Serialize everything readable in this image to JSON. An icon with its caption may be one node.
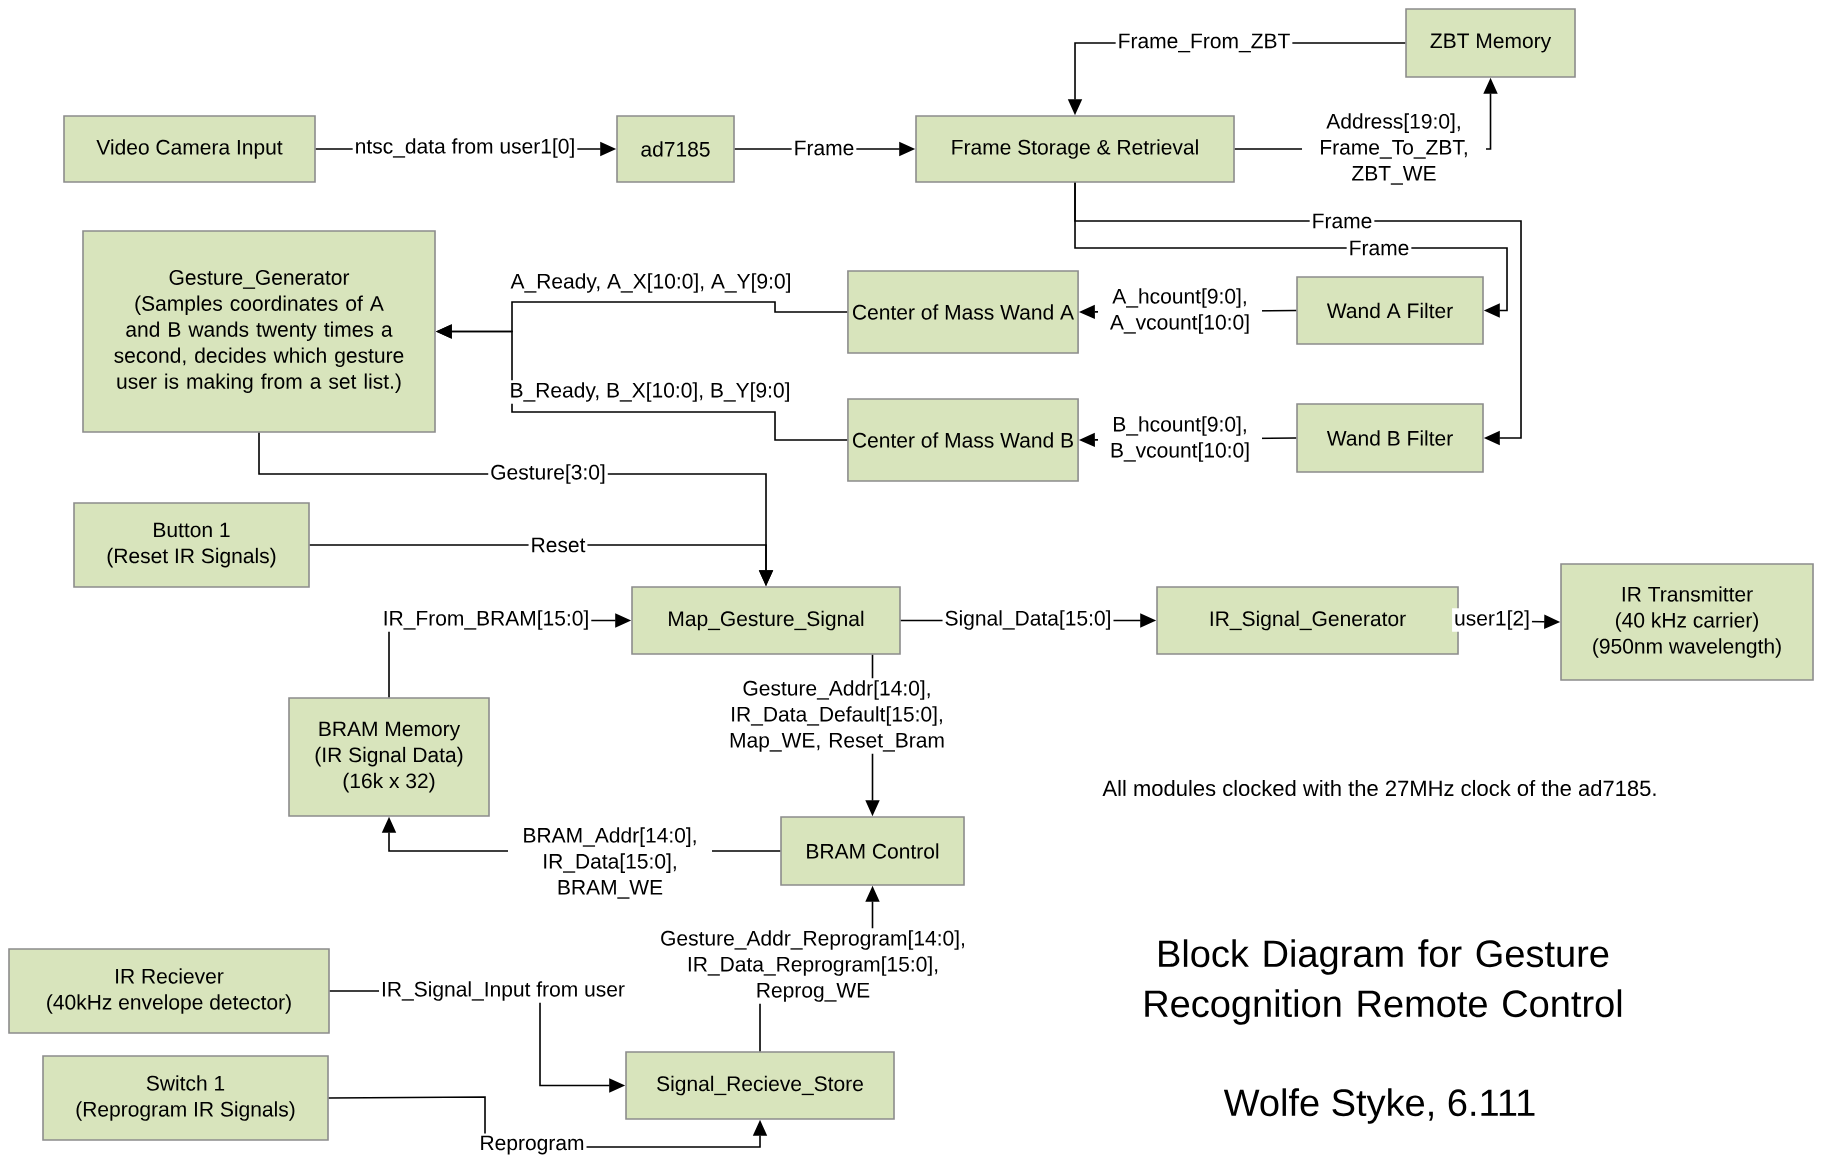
{
  "diagram": {
    "title": "Block Diagram for Gesture Recognition Remote Control",
    "nodes": [
      {
        "text": [
          "Video Camera Input"
        ]
      },
      {
        "text": [
          "ad7185"
        ]
      },
      {
        "text": [
          "Frame Storage & Retrieval"
        ]
      },
      {
        "text": [
          "ZBT Memory"
        ]
      },
      {
        "text": [
          "Gesture_Generator",
          "(Samples coordinates of A and B wands twenty times a second, decides which gesture user is making from a set list.)"
        ]
      },
      {
        "text": [
          "Center of Mass Wand A"
        ]
      },
      {
        "text": [
          "Wand A Filter"
        ]
      },
      {
        "text": [
          "Center of Mass Wand B"
        ]
      },
      {
        "text": [
          "Wand B Filter"
        ]
      },
      {
        "text": [
          "Button 1",
          "(Reset IR Signals)"
        ]
      },
      {
        "text": [
          "Map_Gesture_Signal"
        ]
      },
      {
        "text": [
          "IR_Signal_Generator"
        ]
      },
      {
        "text": [
          "IR Transmitter",
          "(40 kHz carrier)",
          "(950nm wavelength)"
        ]
      },
      {
        "text": [
          "BRAM Memory",
          "(IR Signal Data)",
          "(16k x 32)"
        ]
      },
      {
        "text": [
          "BRAM Control"
        ]
      },
      {
        "text": [
          "IR Reciever",
          "(40kHz envelope detector)"
        ]
      },
      {
        "text": [
          "Switch 1",
          "(Reprogram IR Signals)"
        ]
      },
      {
        "text": [
          "Signal_Recieve_Store"
        ]
      }
    ],
    "edges": [
      {
        "from": 0,
        "to": 1,
        "arrow": "to",
        "label": "ntsc_data from user1[0]"
      },
      {
        "from": 1,
        "to": 2,
        "arrow": "to",
        "label": "Frame"
      },
      {
        "from": 3,
        "to": 2,
        "arrow": "to",
        "label": "Frame_From_ZBT"
      },
      {
        "from": 2,
        "to": 3,
        "arrow": "to",
        "label": "Address[19:0], Frame_To_ZBT, ZBT_WE"
      },
      {
        "from": 2,
        "to": 6,
        "arrow": "to",
        "label": "Frame"
      },
      {
        "from": 2,
        "to": 8,
        "arrow": "to",
        "label": "Frame"
      },
      {
        "from": 6,
        "to": 5,
        "arrow": "to",
        "label": "A_hcount[9:0], A_vcount[10:0]"
      },
      {
        "from": 8,
        "to": 7,
        "arrow": "to",
        "label": "B_hcount[9:0], B_vcount[10:0]"
      },
      {
        "from": 5,
        "to": 4,
        "arrow": "to",
        "label": "A_Ready, A_X[10:0], A_Y[9:0]"
      },
      {
        "from": 7,
        "to": 4,
        "arrow": "to",
        "label": "B_Ready, B_X[10:0], B_Y[9:0]"
      },
      {
        "from": 4,
        "to": 10,
        "arrow": "to",
        "label": "Gesture[3:0]"
      },
      {
        "from": 9,
        "to": 10,
        "arrow": "to",
        "label": "Reset"
      },
      {
        "from": 13,
        "to": 10,
        "arrow": "to",
        "label": "IR_From_BRAM[15:0]"
      },
      {
        "from": 10,
        "to": 11,
        "arrow": "to",
        "label": "Signal_Data[15:0]"
      },
      {
        "from": 11,
        "to": 12,
        "arrow": "to",
        "label": "user1[2]"
      },
      {
        "from": 10,
        "to": 14,
        "arrow": "to",
        "label": "Gesture_Addr[14:0], IR_Data_Default[15:0], Map_WE, Reset_Bram"
      },
      {
        "from": 14,
        "to": 13,
        "arrow": "to",
        "label": "BRAM_Addr[14:0], IR_Data[15:0], BRAM_WE"
      },
      {
        "from": 17,
        "to": 14,
        "arrow": "to",
        "label": "Gesture_Addr_Reprogram[14:0], IR_Data_Reprogram[15:0], Reprog_WE"
      },
      {
        "from": 15,
        "to": 17,
        "arrow": "to",
        "label": "IR_Signal_Input from user"
      },
      {
        "from": 16,
        "to": 17,
        "arrow": "to",
        "label": "Reprogram"
      }
    ],
    "labels": [
      "All modules clocked with the 27MHz clock of the ad7185.",
      "Wolfe Styke, 6.111"
    ]
  }
}
